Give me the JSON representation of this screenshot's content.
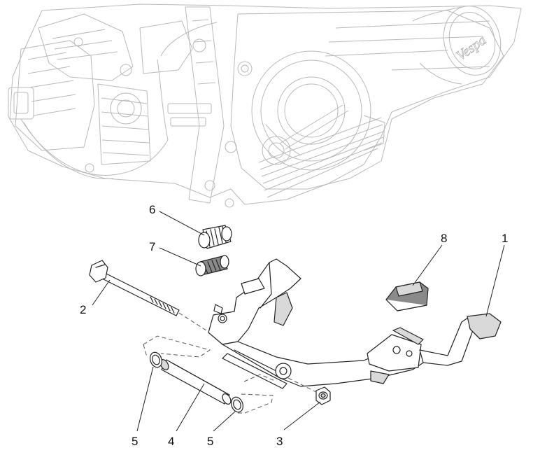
{
  "engine": {
    "brand_text": "Vespa"
  },
  "callouts": [
    {
      "id": "part-6",
      "label": "6"
    },
    {
      "id": "part-7",
      "label": "7"
    },
    {
      "id": "part-2",
      "label": "2"
    },
    {
      "id": "part-8",
      "label": "8"
    },
    {
      "id": "part-1",
      "label": "1"
    },
    {
      "id": "part-5a",
      "label": "5"
    },
    {
      "id": "part-4",
      "label": "4"
    },
    {
      "id": "part-5b",
      "label": "5"
    },
    {
      "id": "part-3",
      "label": "3"
    }
  ]
}
